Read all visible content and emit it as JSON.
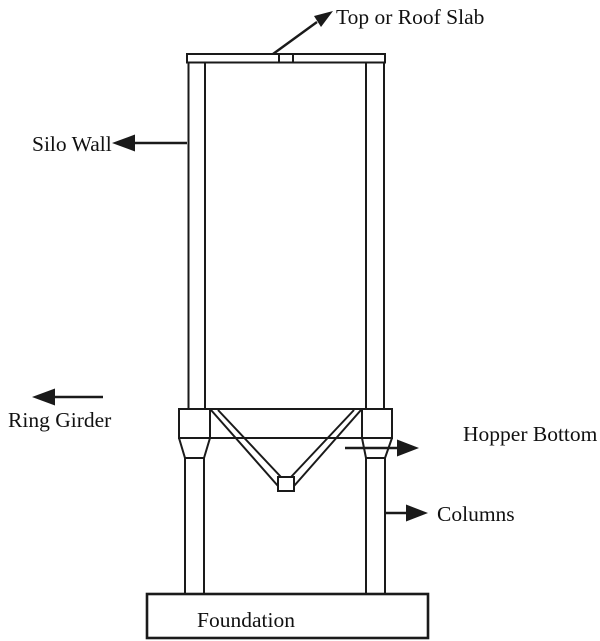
{
  "diagram": {
    "name": "rcc-silo-elevation-diagram",
    "background_color": "#ffffff",
    "line_color": "#1a1a1a",
    "text_color": "#111111",
    "labels": {
      "roof_slab": "Top or Roof Slab",
      "silo_wall": "Silo Wall",
      "ring_girder": "Ring Girder",
      "hopper_bottom": "Hopper Bottom",
      "columns": "Columns",
      "foundation": "Foundation"
    }
  }
}
